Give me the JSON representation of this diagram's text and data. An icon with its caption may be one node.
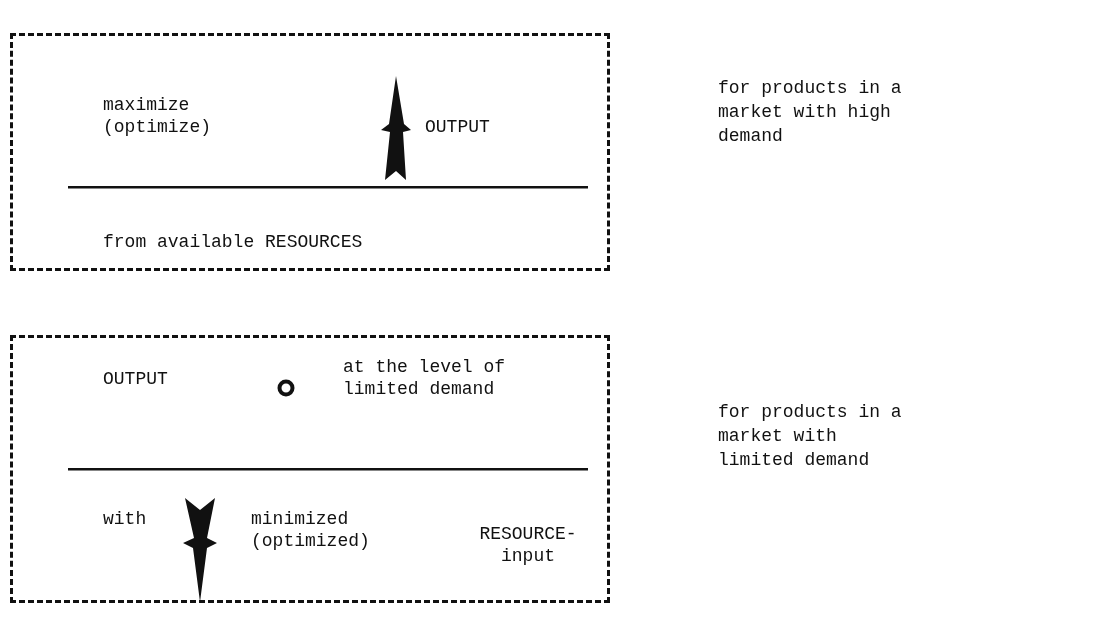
{
  "diagram": {
    "nodes": [
      {
        "text": [
          "maximize (optimize)",
          "OUTPUT",
          "from available RESOURCES"
        ]
      },
      {
        "text": [
          "OUTPUT",
          "at the level of limited demand",
          "with",
          "minimized (optimized)",
          "RESOURCE- input"
        ]
      }
    ],
    "edges": [],
    "labels": [
      "for products in a market with high demand",
      "for products in a market with limited demand"
    ]
  }
}
